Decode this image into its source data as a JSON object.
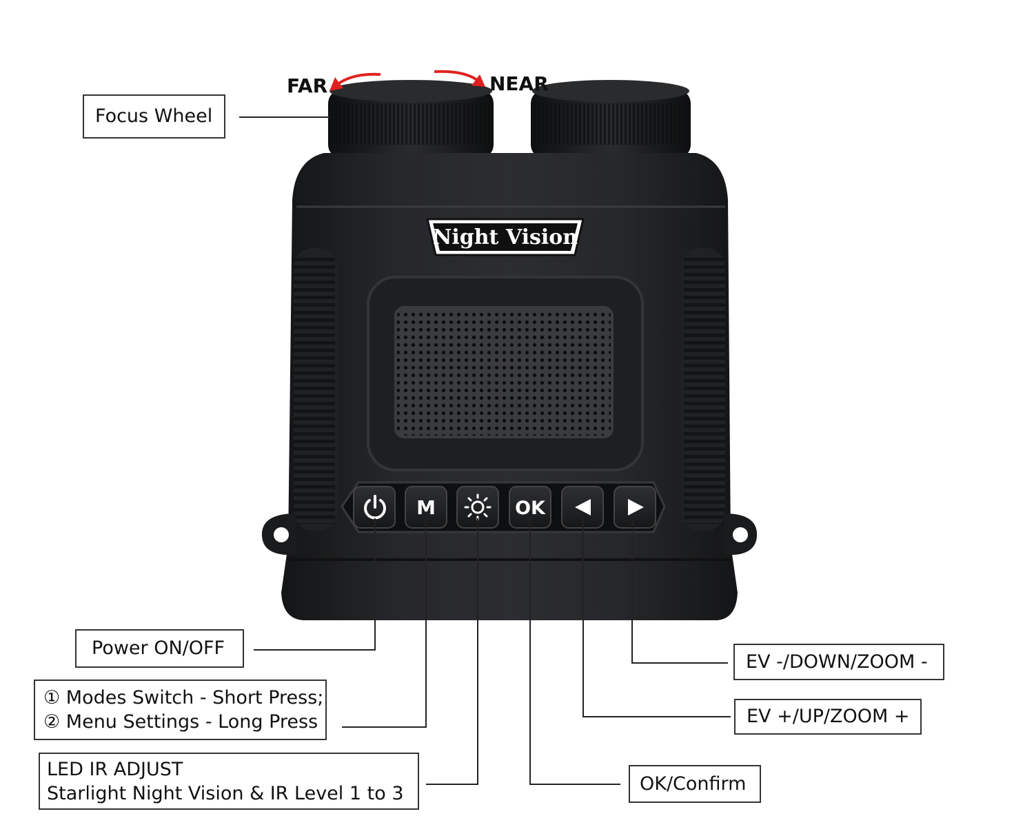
{
  "focus": {
    "callout": "Focus Wheel",
    "far_label": "FAR",
    "near_label": "NEAR"
  },
  "device": {
    "logo": "Night Vision",
    "buttons": [
      {
        "icon": "power-icon",
        "label": ""
      },
      {
        "icon": "",
        "label": "M"
      },
      {
        "icon": "sun-icon",
        "label": ""
      },
      {
        "icon": "",
        "label": "OK"
      },
      {
        "icon": "left-arrow-icon",
        "label": ""
      },
      {
        "icon": "right-arrow-icon",
        "label": ""
      }
    ]
  },
  "callouts": {
    "power": "Power ON/OFF",
    "mode_line1": "① Modes Switch - Short Press;",
    "mode_line2": "② Menu Settings - Long Press",
    "ir_line1": "LED IR ADJUST",
    "ir_line2": "Starlight Night Vision & IR Level 1 to 3",
    "ev_down": "EV -/DOWN/ZOOM -",
    "ev_up": "EV +/UP/ZOOM +",
    "ok": "OK/Confirm"
  },
  "colors": {
    "body": "#1c1d1f",
    "rim": "#2b2c2e",
    "arrow": "#e02020",
    "leader": "#222222"
  }
}
